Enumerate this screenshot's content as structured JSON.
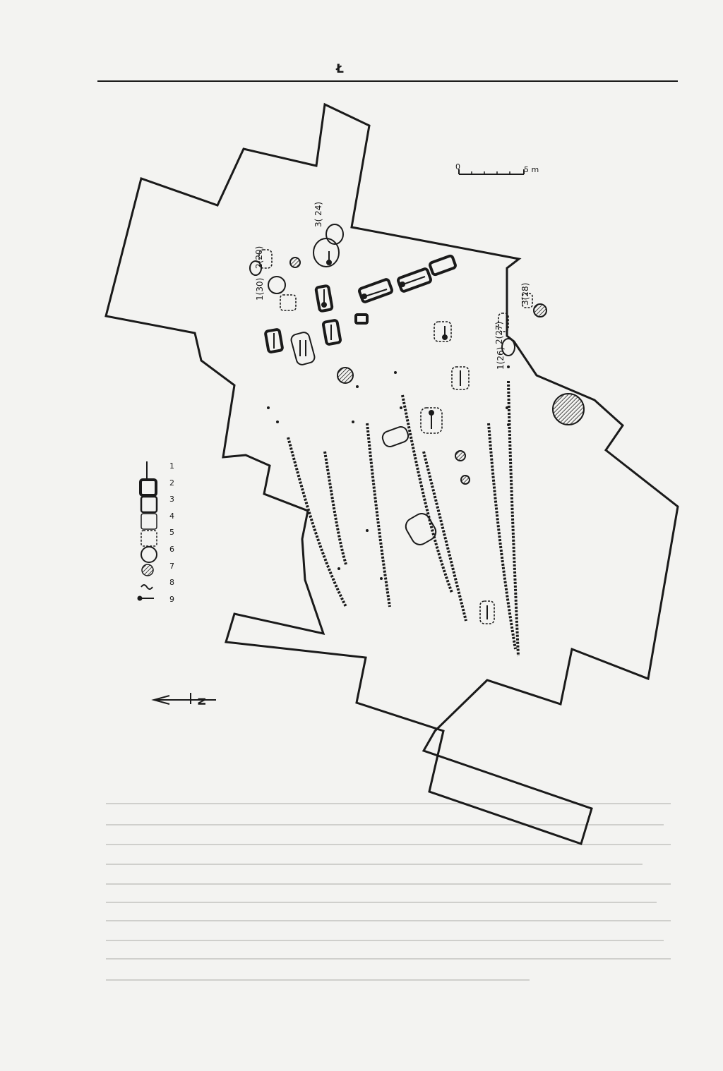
{
  "page": {
    "header_letter": "Ł"
  },
  "scale": {
    "start": "0",
    "end": "5 m"
  },
  "grave_labels": [
    {
      "id": "g-3-24",
      "text": "3( 24)"
    },
    {
      "id": "g-2-20",
      "text": "2(20)"
    },
    {
      "id": "g-1-30",
      "text": "1(30)"
    },
    {
      "id": "g-3-28",
      "text": "3(28)"
    },
    {
      "id": "g-2-27",
      "text": "2(27)"
    },
    {
      "id": "g-1-26",
      "text": "1(26)"
    }
  ],
  "legend": {
    "items": [
      {
        "num": "1",
        "symbol": "line"
      },
      {
        "num": "2",
        "symbol": "bold-rect"
      },
      {
        "num": "3",
        "symbol": "rect"
      },
      {
        "num": "4",
        "symbol": "thin-rect"
      },
      {
        "num": "5",
        "symbol": "dashed-rect"
      },
      {
        "num": "6",
        "symbol": "oval"
      },
      {
        "num": "7",
        "symbol": "hatched-circle"
      },
      {
        "num": "8",
        "symbol": "squiggle"
      },
      {
        "num": "9",
        "symbol": "arrow"
      }
    ]
  },
  "north": {
    "label": "N"
  },
  "colors": {
    "ink": "#1a1a1a",
    "paper": "#f3f3f1",
    "bleed": "#cfcfcc"
  }
}
